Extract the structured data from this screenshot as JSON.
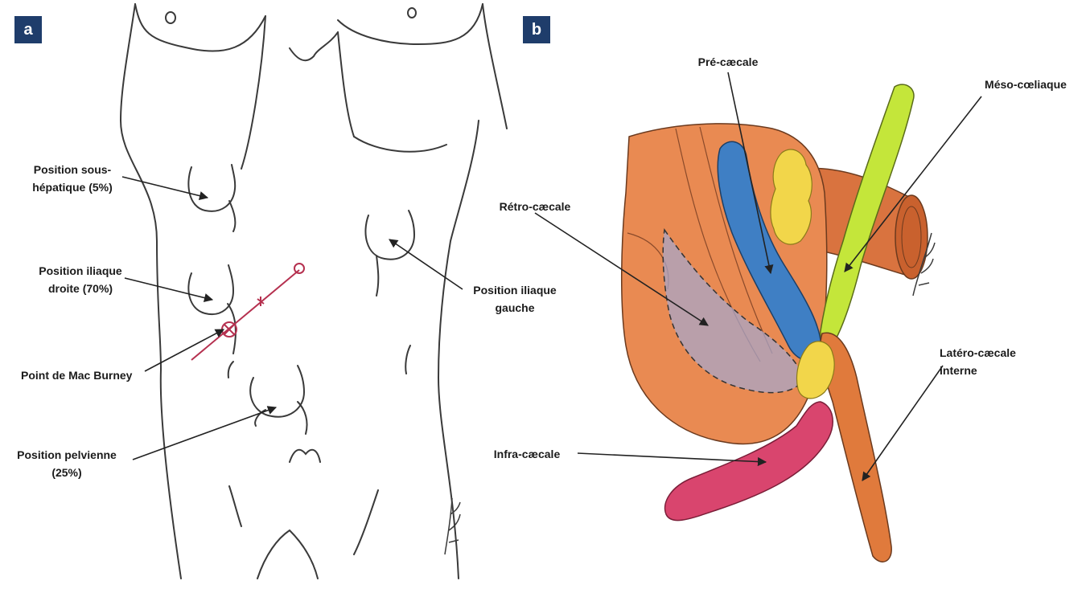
{
  "panels": {
    "a": {
      "badge": "a",
      "labels": {
        "sous_hepatique_1": "Position sous-",
        "sous_hepatique_2": "hépatique (5%)",
        "iliaque_droite_1": "Position iliaque",
        "iliaque_droite_2": "droite (70%)",
        "mac_burney": "Point de Mac Burney",
        "pelvienne_1": "Position pelvienne",
        "pelvienne_2": "(25%)",
        "iliaque_gauche_1": "Position iliaque",
        "iliaque_gauche_2": "gauche"
      }
    },
    "b": {
      "badge": "b",
      "labels": {
        "pre_caecale": "Pré-cæcale",
        "meso_coeliaque": "Méso-cœliaque",
        "retro_caecale": "Rétro-cæcale",
        "latero_caecale_1": "Latéro-cæcale",
        "latero_caecale_2": "interne",
        "infra_caecale": "Infra-cæcale"
      }
    }
  },
  "colors": {
    "badge": "#1f3d6b",
    "outline": "#3a3a3a",
    "incision": "#b5304f",
    "caecum": "#e98a52",
    "appendix_pre_caecal": "#3f7fc4",
    "appendix_meso_coeliac": "#c4e63a",
    "appendix_infra_caecal": "#d9456e",
    "retro_caecal_zone": "#a8a6c8",
    "fat": "#f2d64a"
  }
}
